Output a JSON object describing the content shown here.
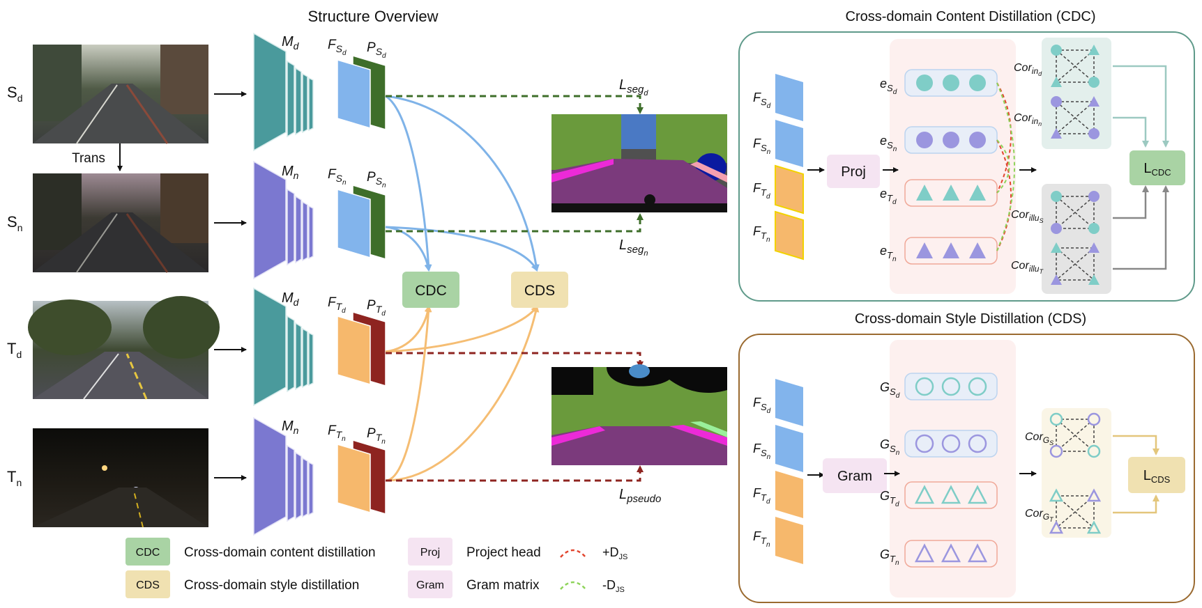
{
  "overview": {
    "title": "Structure Overview",
    "rows": [
      {
        "label_main": "S",
        "label_sub": "d",
        "model": "d",
        "feat_sub": "S",
        "feat_subsub": "d"
      },
      {
        "label_main": "S",
        "label_sub": "n",
        "model": "n",
        "feat_sub": "S",
        "feat_subsub": "n"
      },
      {
        "label_main": "T",
        "label_sub": "d",
        "model": "d",
        "feat_sub": "T",
        "feat_subsub": "d"
      },
      {
        "label_main": "T",
        "label_sub": "n",
        "model": "n",
        "feat_sub": "T",
        "feat_subsub": "n"
      }
    ],
    "trans_label": "Trans",
    "model_letter": "M",
    "feat_letter": "F",
    "pred_letter": "P",
    "cdc_box": "CDC",
    "cds_box": "CDS",
    "loss_seg_d": {
      "main": "L",
      "sub": "seg",
      "subsub": "d"
    },
    "loss_seg_n": {
      "main": "L",
      "sub": "seg",
      "subsub": "n"
    },
    "loss_pseudo": {
      "main": "L",
      "sub": "pseudo"
    }
  },
  "legend": {
    "cdc_chip": "CDC",
    "cdc_text": "Cross-domain content distillation",
    "cds_chip": "CDS",
    "cds_text": "Cross-domain style distillation",
    "proj_chip": "Proj",
    "proj_text": "Project head",
    "gram_chip": "Gram",
    "gram_text": "Gram matrix",
    "plus_main": "+D",
    "plus_sub": "JS",
    "minus_main": "-D",
    "minus_sub": "JS"
  },
  "cdc_panel": {
    "title": "Cross-domain Content Distillation (CDC)",
    "proj": "Proj",
    "emb_letter": "e",
    "emb_labels": [
      [
        "S",
        "d"
      ],
      [
        "S",
        "n"
      ],
      [
        "T",
        "d"
      ],
      [
        "T",
        "n"
      ]
    ],
    "feat_labels": [
      [
        "S",
        "d"
      ],
      [
        "S",
        "n"
      ],
      [
        "T",
        "d"
      ],
      [
        "T",
        "n"
      ]
    ],
    "cor_labels": [
      [
        "in",
        "d"
      ],
      [
        "in",
        "n"
      ],
      [
        "illu",
        "S"
      ],
      [
        "illu",
        "T"
      ]
    ],
    "cor_word": "Cor",
    "loss_main": "L",
    "loss_sub": "CDC"
  },
  "cds_panel": {
    "title": "Cross-domain Style Distillation (CDS)",
    "gram": "Gram",
    "gram_letter": "G",
    "gram_labels": [
      [
        "S",
        "d"
      ],
      [
        "S",
        "n"
      ],
      [
        "T",
        "d"
      ],
      [
        "T",
        "n"
      ]
    ],
    "feat_labels": [
      [
        "S",
        "d"
      ],
      [
        "S",
        "n"
      ],
      [
        "T",
        "d"
      ],
      [
        "T",
        "n"
      ]
    ],
    "cor_labels": [
      "S",
      "T"
    ],
    "cor_word": "Cor",
    "loss_main": "L",
    "loss_sub": "CDS"
  },
  "colors": {
    "teal": "#4a9a9c",
    "purple": "#7b78d0",
    "blue": "#82b4ec",
    "orange": "#f6b86c",
    "green_dark": "#3e6e2a",
    "red_dark": "#8e2420",
    "cdc_green": "#a9d3a4",
    "cds_tan": "#f0e1b1",
    "pink_bg": "#fdf0ef"
  }
}
